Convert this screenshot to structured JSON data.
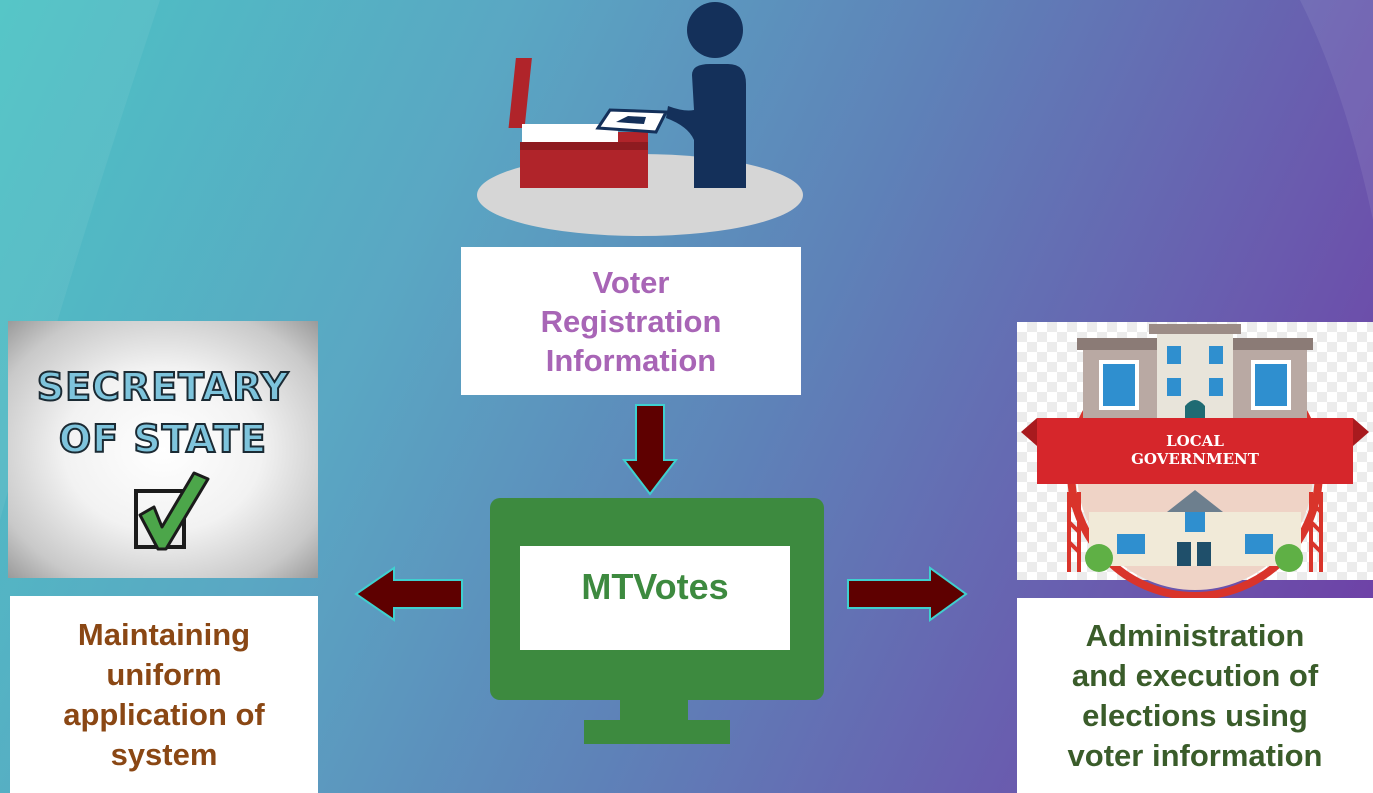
{
  "nodes": {
    "voter_registration": {
      "lines": [
        "Voter",
        "Registration",
        "Information"
      ]
    },
    "mtvotes": {
      "label": "MTVotes"
    },
    "secretary_of_state": {
      "image_text": [
        "SECRETARY",
        "OF STATE"
      ],
      "caption_lines": [
        "Maintaining",
        "uniform",
        "application of",
        "system"
      ]
    },
    "local_government": {
      "image_text": [
        "LOCAL",
        "GOVERNMENT"
      ],
      "caption_lines": [
        "Administration",
        "and execution of",
        "elections using",
        "voter information"
      ]
    }
  },
  "edges": [
    {
      "from": "voter_registration",
      "to": "mtvotes",
      "direction": "down"
    },
    {
      "from": "mtvotes",
      "to": "secretary_of_state",
      "direction": "left"
    },
    {
      "from": "mtvotes",
      "to": "local_government",
      "direction": "right"
    }
  ],
  "colors": {
    "arrow_fill": "#5e0000",
    "arrow_outline": "#3fd0cf",
    "voter_text": "#a865b6",
    "left_caption": "#8a4714",
    "right_caption": "#3a5c2a",
    "monitor_green": "#3d8a3f",
    "ballot_box_red": "#b0242a",
    "voter_figure_navy": "#14305a"
  },
  "icons": [
    "voter-casting-ballot-icon",
    "computer-monitor-icon",
    "checkbox-checkmark-icon",
    "government-building-icon"
  ]
}
